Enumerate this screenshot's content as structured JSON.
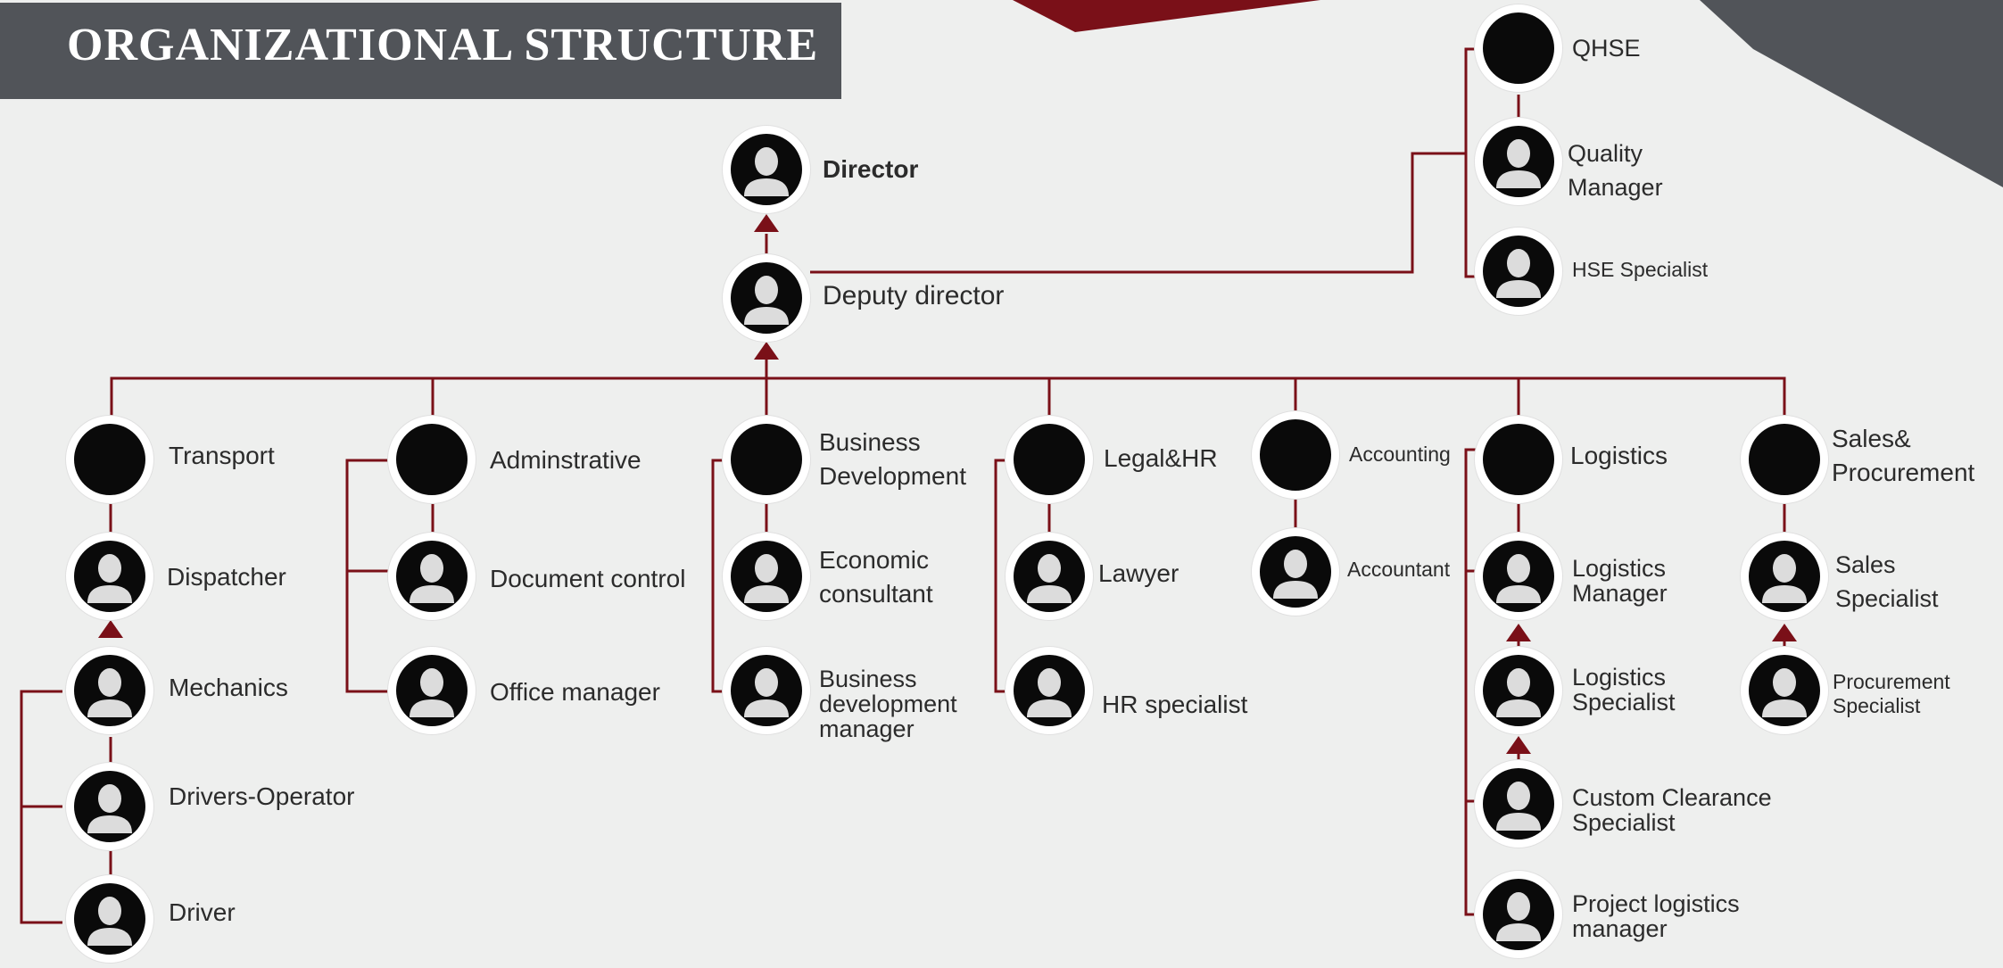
{
  "title": "ORGANIZATIONAL STRUCTURE",
  "colors": {
    "connector": "#7a1018",
    "title_bg": "#515459",
    "node": "#0a0a0a",
    "background": "#eeefee"
  },
  "icons": {
    "person": "user-silhouette-icon"
  },
  "nodes": {
    "director": "Director",
    "deputy": "Deputy director",
    "qhse": "QHSE",
    "quality": "Quality\nManager",
    "hse": "HSE Specialist",
    "transport": "Transport",
    "dispatcher": "Dispatcher",
    "mechanics": "Mechanics",
    "drivers_operator": "Drivers-Operator",
    "driver": "Driver",
    "administrative": "Adminstrative",
    "document_control": "Document control",
    "office_manager": "Office manager",
    "business_development": "Business\nDevelopment",
    "economic_consultant": "Economic\nconsultant",
    "bd_manager": "Business\ndevelopment\nmanager",
    "legal_hr": "Legal&HR",
    "lawyer": "Lawyer",
    "hr_specialist": "HR specialist",
    "accounting": "Accounting",
    "accountant": "Accountant",
    "logistics": "Logistics",
    "logistics_manager": "Logistics\nManager",
    "logistics_specialist": "Logistics\nSpecialist",
    "custom_clearance": "Custom Clearance\nSpecialist",
    "project_logistics": "Project logistics\nmanager",
    "sales_procurement": "Sales&\nProcurement",
    "sales_specialist": "Sales\nSpecialist",
    "procurement_specialist": "Procurement\nSpecialist"
  }
}
